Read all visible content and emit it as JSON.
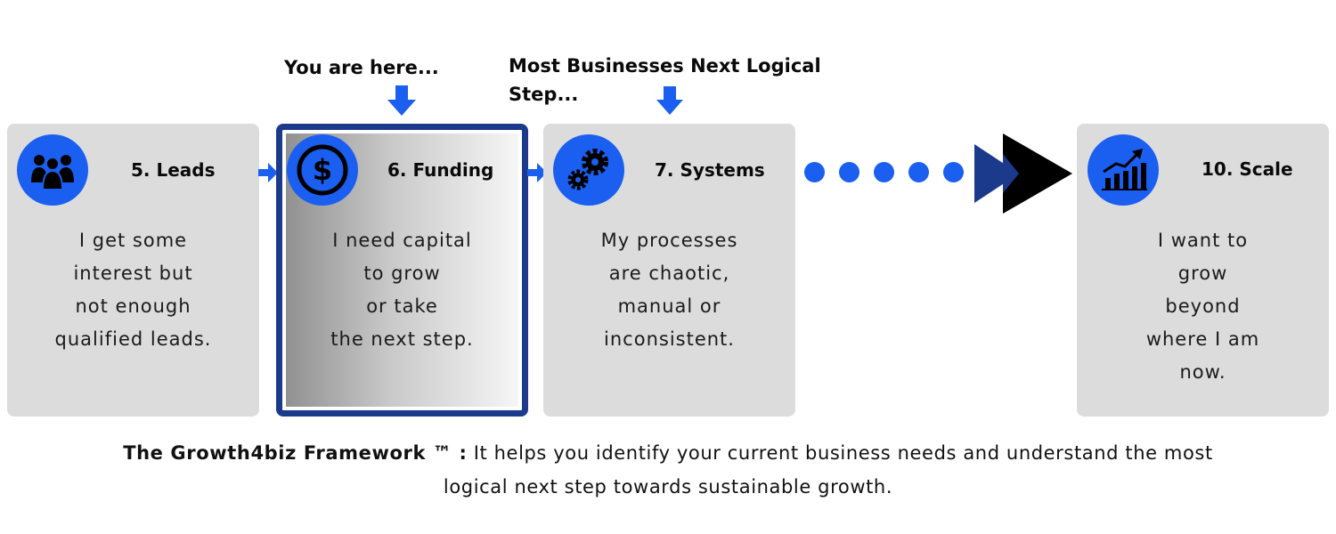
{
  "callouts": {
    "you_are_here": "You are here...",
    "next_step_line1": "Most Businesses Next Logical",
    "next_step_line2": "Step..."
  },
  "steps": [
    {
      "title": "5. Leads",
      "icon": "people-group-icon",
      "body": [
        "I get some",
        "interest but",
        "not enough",
        "qualified leads."
      ]
    },
    {
      "title": "6. Funding",
      "icon": "dollar-coin-icon",
      "body": [
        "I need capital",
        "to grow",
        "or take",
        "the next step."
      ],
      "active": true
    },
    {
      "title": "7. Systems",
      "icon": "gears-icon",
      "body": [
        "My processes",
        "are chaotic,",
        "manual or",
        "inconsistent."
      ]
    },
    {
      "title": "10. Scale",
      "icon": "growth-chart-icon",
      "body": [
        "I want to",
        "grow",
        "beyond",
        "where I am",
        "now."
      ]
    }
  ],
  "caption": {
    "bold": "The Growth4biz Framework ™ :",
    "line1": "It helps you identify your current business needs and understand the most",
    "line2": "logical next step towards sustainable growth."
  },
  "colors": {
    "accent_blue": "#1a5ff0",
    "active_border": "#1b3a8c",
    "card_gray": "#dcdcdc",
    "play_black": "#000000",
    "play_navy": "#1b3a8c"
  }
}
